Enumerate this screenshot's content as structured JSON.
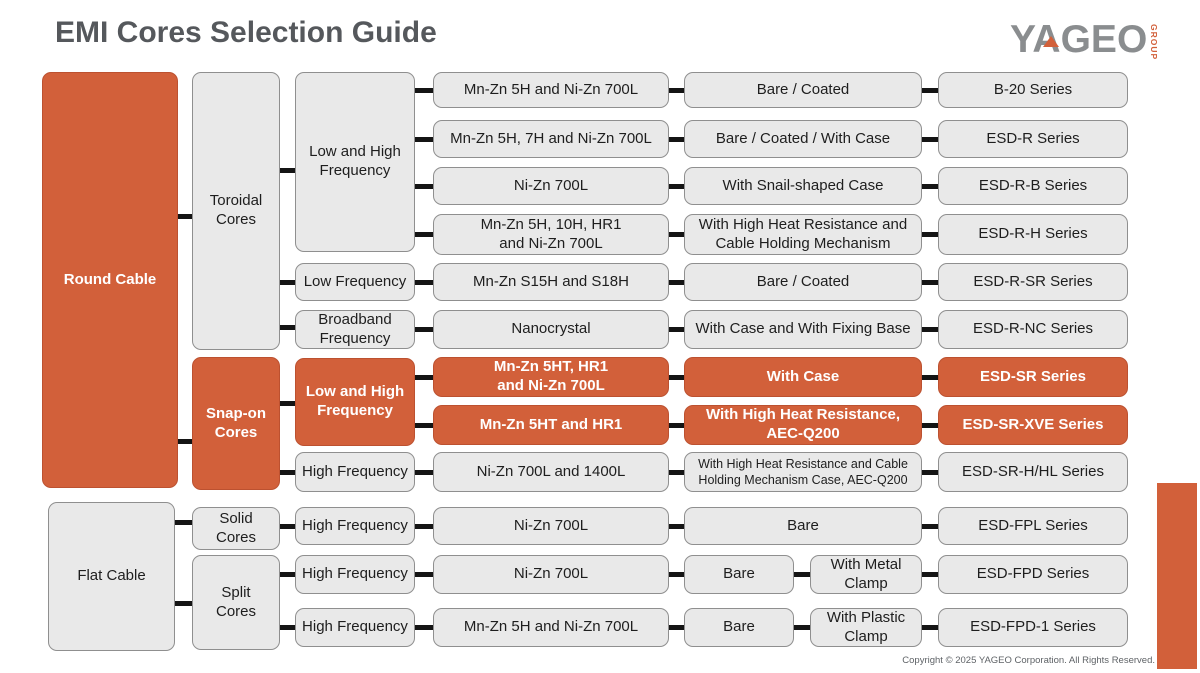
{
  "header": {
    "title": "EMI Cores Selection Guide",
    "logo_text": "YAGEO",
    "logo_group": "GROUP"
  },
  "cables": [
    {
      "label": "Round Cable"
    },
    {
      "label": "Flat Cable"
    }
  ],
  "cores": [
    {
      "label": "Toroidal\nCores"
    },
    {
      "label": "Snap-on\nCores"
    },
    {
      "label": "Solid\nCores"
    },
    {
      "label": "Split\nCores"
    }
  ],
  "frequencies": [
    {
      "label": "Low and High\nFrequency"
    },
    {
      "label": "Low Frequency"
    },
    {
      "label": "Broadband\nFrequency"
    },
    {
      "label": "Low and High\nFrequency"
    },
    {
      "label": "High Frequency"
    },
    {
      "label": "High Frequency"
    },
    {
      "label": "High Frequency"
    },
    {
      "label": "High Frequency"
    }
  ],
  "rows": [
    {
      "material": "Mn-Zn 5H and Ni-Zn 700L",
      "case": "Bare / Coated",
      "series": "B-20 Series"
    },
    {
      "material": "Mn-Zn 5H, 7H and Ni-Zn 700L",
      "case": "Bare / Coated / With Case",
      "series": "ESD-R Series"
    },
    {
      "material": "Ni-Zn 700L",
      "case": "With Snail-shaped Case",
      "series": "ESD-R-B Series"
    },
    {
      "material": "Mn-Zn 5H, 10H, HR1\nand Ni-Zn 700L",
      "case": "With High Heat Resistance and\nCable Holding Mechanism",
      "series": "ESD-R-H Series"
    },
    {
      "material": "Mn-Zn S15H and S18H",
      "case": "Bare / Coated",
      "series": "ESD-R-SR Series"
    },
    {
      "material": "Nanocrystal",
      "case": "With Case and With Fixing Base",
      "series": "ESD-R-NC Series"
    },
    {
      "material": "Mn-Zn 5HT, HR1\nand Ni-Zn 700L",
      "case": "With Case",
      "series": "ESD-SR Series"
    },
    {
      "material": "Mn-Zn 5HT and HR1",
      "case": "With High Heat Resistance,\nAEC-Q200",
      "series": "ESD-SR-XVE Series"
    },
    {
      "material": "Ni-Zn 700L and 1400L",
      "case": "With High Heat Resistance and Cable\nHolding Mechanism Case, AEC-Q200",
      "series": "ESD-SR-H/HL Series"
    },
    {
      "material": "Ni-Zn 700L",
      "case": "Bare",
      "series": "ESD-FPL Series"
    },
    {
      "material": "Ni-Zn 700L",
      "case": "Bare",
      "case2": "With Metal\nClamp",
      "series": "ESD-FPD Series"
    },
    {
      "material": "Mn-Zn 5H and Ni-Zn 700L",
      "case": "Bare",
      "case2": "With Plastic\nClamp",
      "series": "ESD-FPD-1 Series"
    }
  ],
  "footer": {
    "copyright": "Copyright © 2025 YAGEO Corporation. All Rights Reserved."
  },
  "colors": {
    "accent_orange": "#D2603A",
    "box_gray": "#E9E9E9",
    "connector_black": "#141414",
    "title_gray": "#55585C"
  }
}
